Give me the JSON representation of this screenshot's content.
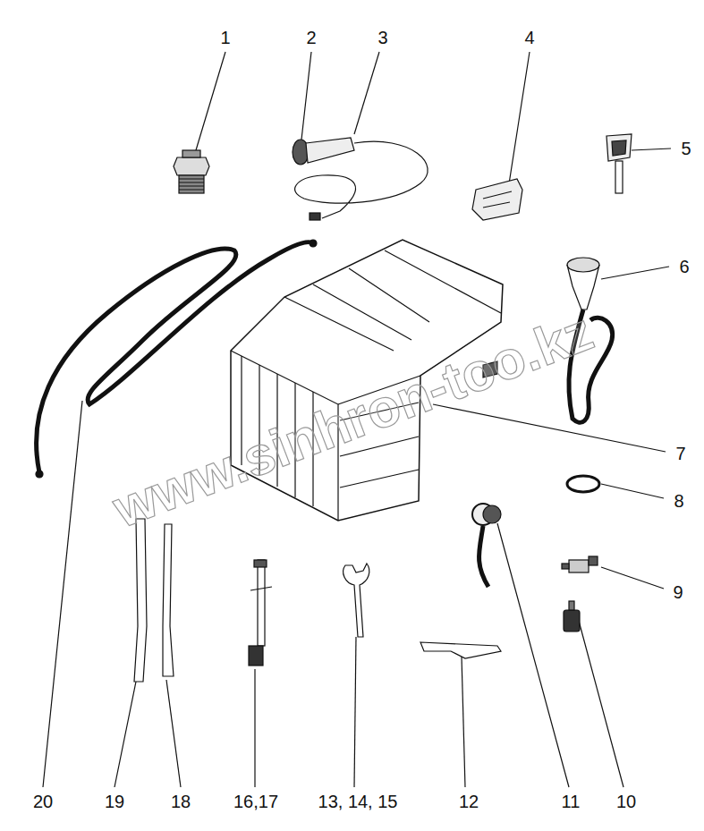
{
  "diagram": {
    "labels": [
      "1",
      "2",
      "3",
      "4",
      "5",
      "6",
      "www.sinhron-too.kz",
      "7",
      "8",
      "9",
      "20",
      "19",
      "18",
      "16,17",
      "13, 14, 15",
      "12",
      "11",
      "10"
    ]
  }
}
